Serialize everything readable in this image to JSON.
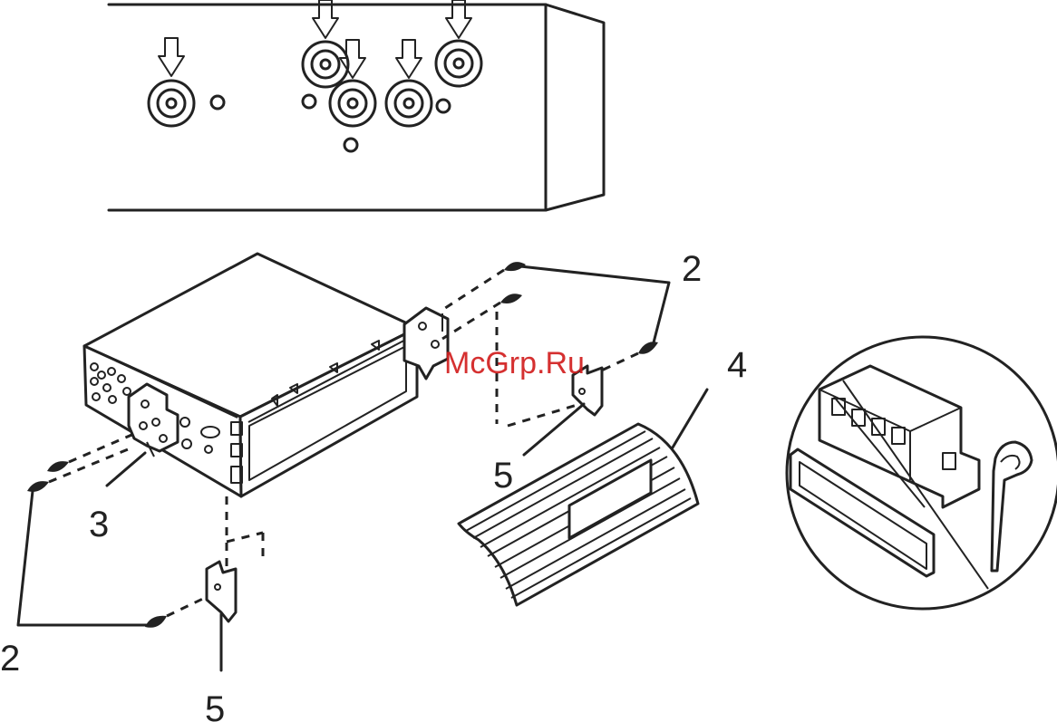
{
  "labels": {
    "screw_top_right": "2",
    "screw_bottom_left": "2",
    "bracket": "3",
    "trim_ring": "4",
    "clip_right": "5",
    "clip_bottom": "5"
  },
  "watermark": "McGrp.Ru",
  "colors": {
    "line": "#222222",
    "watermark": "#d21f1f",
    "background": "#ffffff"
  }
}
